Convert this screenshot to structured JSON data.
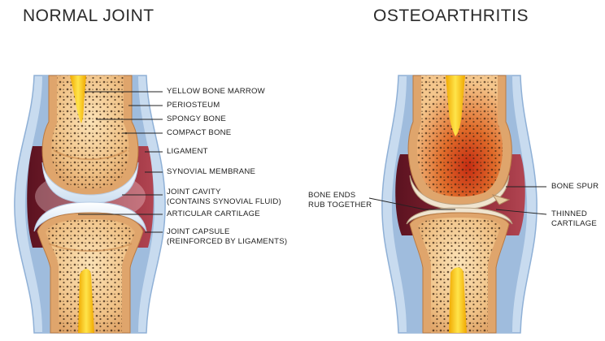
{
  "titles": {
    "normal": "NORMAL JOINT",
    "osteoarthritis": "OSTEOARTHRITIS"
  },
  "normal_labels": {
    "yellow_bone_marrow": "YELLOW BONE MARROW",
    "periosteum": "PERIOSTEUM",
    "spongy_bone": "SPONGY BONE",
    "compact_bone": "COMPACT BONE",
    "ligament": "LIGAMENT",
    "synovial_membrane": "SYNOVIAL MEMBRANE",
    "joint_cavity_1": "JOINT CAVITY",
    "joint_cavity_2": "(CONTAINS SYNOVIAL FLUID)",
    "articular_cartilage": "ARTICULAR CARTILAGE",
    "joint_capsule_1": "JOINT CAPSULE",
    "joint_capsule_2": "(REINFORCED BY LIGAMENTS)"
  },
  "oa_labels": {
    "bone_ends_1": "BONE ENDS",
    "bone_ends_2": "RUB TOGETHER",
    "bone_spur": "BONE SPUR",
    "thinned_1": "THINNED",
    "thinned_2": "CARTILAGE"
  },
  "colors": {
    "capsule_outer": "#c5d9ee",
    "capsule_inner": "#86a9d0",
    "synovial": "#7a1f2b",
    "cartilage": "#eaf2fb",
    "compact_bone": "#d9a06a",
    "spongy_bone": "#f3c88d",
    "marrow": "#ffd21c",
    "oa_inflamed": "#c9411a"
  }
}
